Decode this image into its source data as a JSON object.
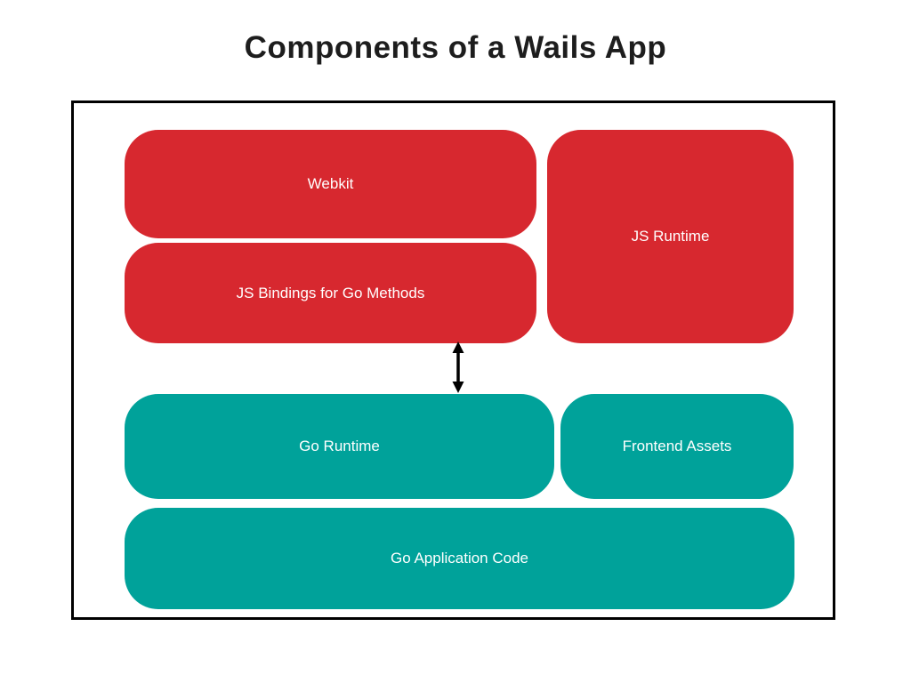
{
  "title": "Components of a Wails App",
  "colors": {
    "red": "#d7282f",
    "teal": "#00a29a",
    "box_text": "#ffffff",
    "title_text": "#1d1d1d",
    "frame_border": "#000000",
    "arrow": "#000000"
  },
  "diagram": {
    "boxes": [
      {
        "id": "webkit",
        "label": "Webkit",
        "color": "red"
      },
      {
        "id": "js-bindings",
        "label": "JS Bindings for Go Methods",
        "color": "red"
      },
      {
        "id": "js-runtime",
        "label": "JS Runtime",
        "color": "red"
      },
      {
        "id": "go-runtime",
        "label": "Go Runtime",
        "color": "teal"
      },
      {
        "id": "frontend-assets",
        "label": "Frontend Assets",
        "color": "teal"
      },
      {
        "id": "go-application-code",
        "label": "Go Application Code",
        "color": "teal"
      }
    ],
    "arrow": {
      "type": "double-headed-vertical",
      "connects": [
        "JS Bindings for Go Methods",
        "Go Runtime"
      ]
    }
  }
}
